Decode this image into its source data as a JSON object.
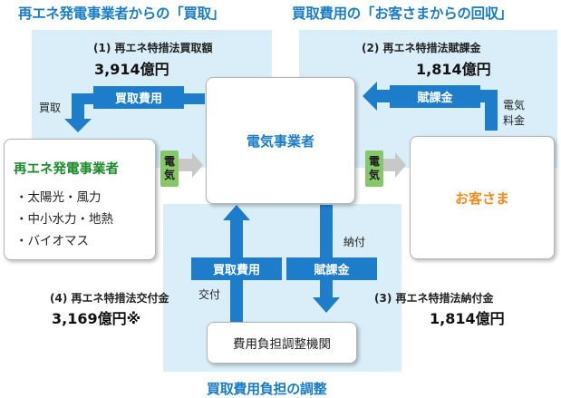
{
  "titles": {
    "left": "再エネ発電事業者からの「買取」",
    "right": "買取費用の「お客さまからの回収」",
    "bottom": "買取費用負担の調整"
  },
  "items": {
    "purchase": {
      "label": "(1) 再エネ特措法買取額",
      "amount": "3,914億円"
    },
    "levy": {
      "label": "(2) 再エネ特措法賦課金",
      "amount": "1,814億円"
    },
    "payment": {
      "label": "(3) 再エネ特措法納付金",
      "amount": "1,814億円"
    },
    "grant": {
      "label": "(4) 再エネ特措法交付金",
      "amount": "3,169億円※"
    }
  },
  "nodes": {
    "utility": "電気事業者",
    "generator": "再エネ発電事業者",
    "customer": "お客さま",
    "adjuster": "費用負担調整機関"
  },
  "generator_types": [
    "・太陽光・風力",
    "・中小水力・地熱",
    "・バイオマス"
  ],
  "flow_tags": {
    "purchase_cost_top": "買取費用",
    "levy_top": "賦課金",
    "purchase_cost_bottom": "買取費用",
    "levy_bottom": "賦課金",
    "electricity_left": [
      "電",
      "気"
    ],
    "electricity_right": [
      "電",
      "気"
    ]
  },
  "notes": {
    "kaitori": "買取",
    "denki_ryokin": [
      "電気",
      "料金"
    ],
    "nofu": "納付",
    "kofu": "交付"
  },
  "colors": {
    "title_blue": "#1b7cc8",
    "panel_blue": "#d9eef8",
    "arrow_blue": "#1d7dcb",
    "generator_green": "#1a8a2a",
    "customer_orange": "#f28c1e",
    "electricity_green": "#88c66a",
    "gray_arrow": "#c8c8c8"
  }
}
